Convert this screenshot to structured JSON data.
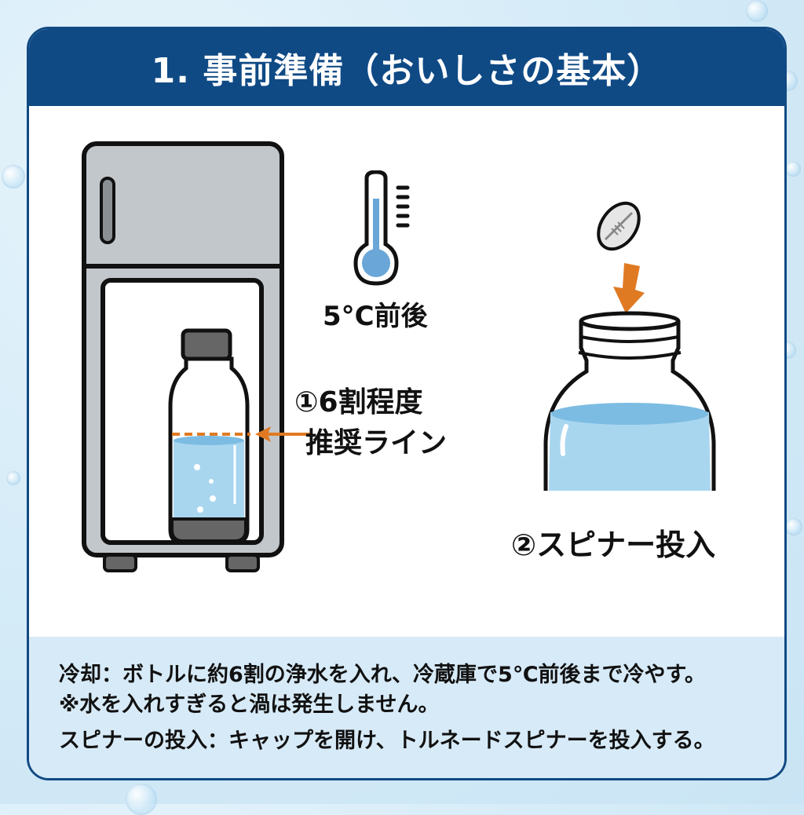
{
  "header": {
    "title": "1. 事前準備（おいしさの基本）"
  },
  "illustration": {
    "temperature_label": "5°C前後",
    "fill_line_label_line1": "①6割程度",
    "fill_line_label_line2": "推奨ライン",
    "spinner_label": "②スピナー投入",
    "icons": [
      "refrigerator-icon",
      "water-bottle-icon",
      "thermometer-icon",
      "tornado-spinner-icon",
      "arrow-down-icon",
      "bottle-neck-icon"
    ]
  },
  "instructions": {
    "line1": "冷却：ボトルに約6割の浄水を入れ、冷蔵庫で5℃前後まで冷やす。",
    "line2": "※水を入れすぎると渦は発生しません。",
    "line3": "スピナーの投入：キャップを開け、トルネードスピナーを投入する。"
  },
  "colors": {
    "header_bg": "#0f4a85",
    "accent_orange": "#e07a22",
    "water_blue": "#a9d6ef",
    "footer_bg": "#d7eaf7"
  }
}
